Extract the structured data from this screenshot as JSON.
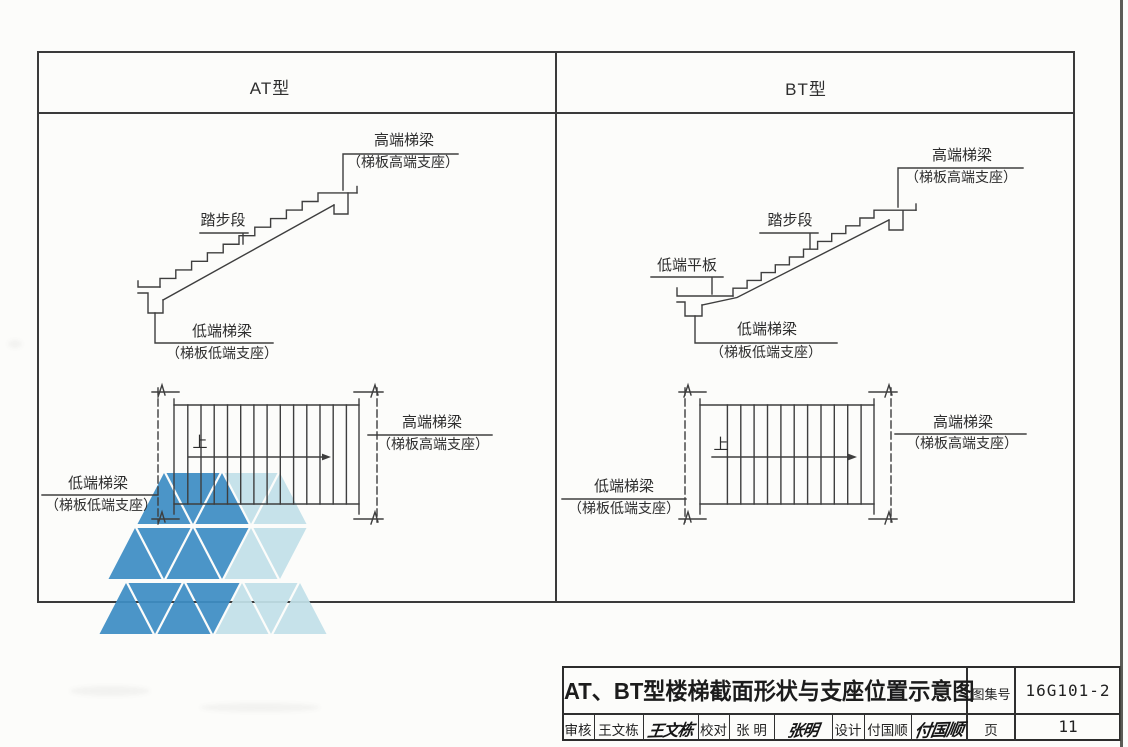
{
  "header": {
    "at": "AT型",
    "bt": "BT型"
  },
  "at": {
    "section": {
      "high_beam": "高端梯梁",
      "high_support": "（梯板高端支座）",
      "tread_run": "踏步段",
      "low_beam": "低端梯梁",
      "low_support": "（梯板低端支座）"
    },
    "plan": {
      "up": "上",
      "high_beam": "高端梯梁",
      "high_support": "（梯板高端支座）",
      "low_beam": "低端梯梁",
      "low_support": "（梯板低端支座）"
    }
  },
  "bt": {
    "section": {
      "high_beam": "高端梯梁",
      "high_support": "（梯板高端支座）",
      "tread_run": "踏步段",
      "low_slab": "低端平板",
      "low_beam": "低端梯梁",
      "low_support": "（梯板低端支座）"
    },
    "plan": {
      "up": "上",
      "high_beam": "高端梯梁",
      "high_support": "（梯板高端支座）",
      "low_beam": "低端梯梁",
      "low_support": "（梯板低端支座）"
    }
  },
  "title_block": {
    "title": "AT、BT型楼梯截面形状与支座位置示意图",
    "atlas_label": "图集号",
    "atlas_number": "16G101-2",
    "review_label": "审核",
    "reviewer": "王文栋",
    "reviewer_signature": "王文栋",
    "proof_label": "校对",
    "proofreader": "张  明",
    "proofreader_signature": "张明",
    "design_label": "设计",
    "designer": "付国顺",
    "designer_signature": "付国顺",
    "page_label": "页",
    "page_number": "11"
  },
  "colors": {
    "watermark_dark": "#3e8ec5",
    "watermark_light": "#c2e1e9",
    "line": "#3e3e3e"
  }
}
